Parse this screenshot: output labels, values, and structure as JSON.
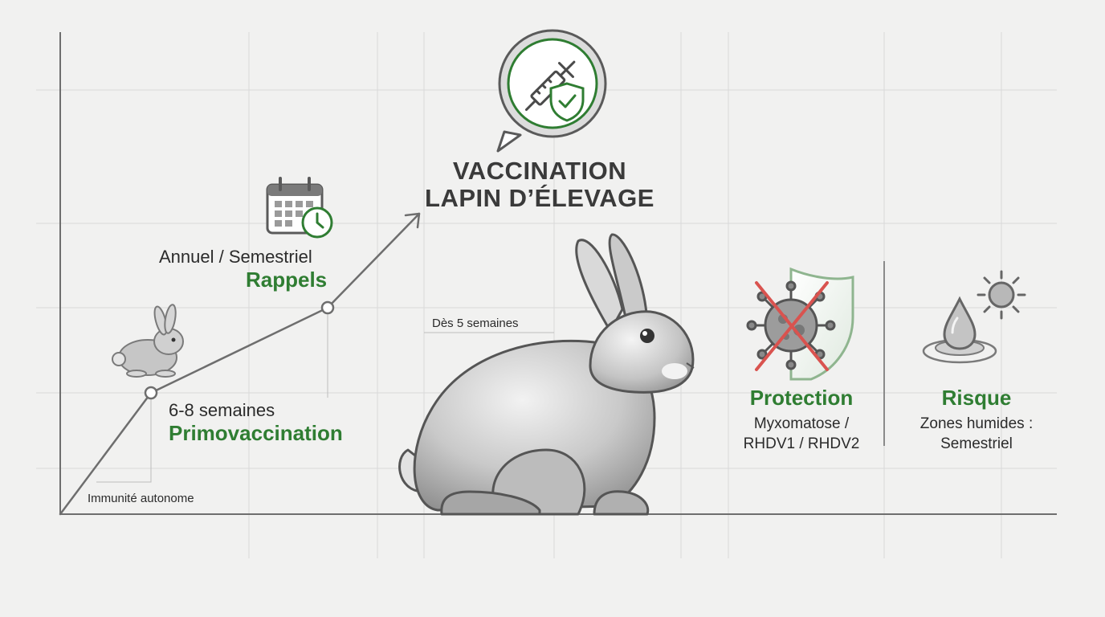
{
  "title": {
    "line1": "VACCINATION",
    "line2": "LAPIN D’ÉLEVAGE"
  },
  "milestones": {
    "immunity": "Immunité autonome",
    "primo_age": "6-8 semaines",
    "primo_label": "Primovaccination",
    "rappels_freq": "Annuel / Semestriel",
    "rappels_label": "Rappels",
    "start_age": "Dès 5 semaines"
  },
  "protection": {
    "label": "Protection",
    "line1": "Myxomatose /",
    "line2": "RHDV1 / RHDV2"
  },
  "risk": {
    "label": "Risque",
    "line1": "Zones humides :",
    "line2": "Semestriel"
  },
  "colors": {
    "accent": "#2f7d32",
    "background": "#f1f1f0",
    "grid": "#d6d6d6",
    "axis": "#6a6a6a",
    "cross": "#d9534f"
  },
  "icons": [
    "syringe-shield-icon",
    "calendar-clock-icon",
    "small-rabbit-icon",
    "rabbit-illustration",
    "virus-crossed-icon",
    "water-sun-icon"
  ]
}
